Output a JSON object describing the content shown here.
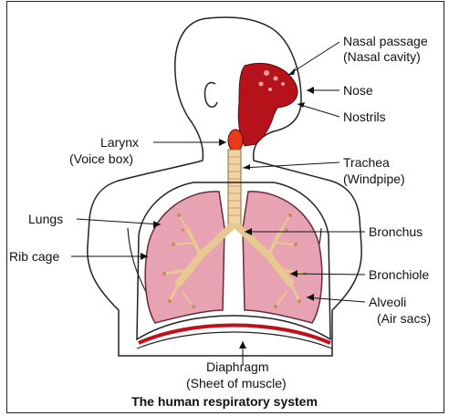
{
  "title": "The human respiratory system",
  "labels": {
    "nasal_passage": "Nasal passage",
    "nasal_cavity": "(Nasal cavity)",
    "nose": "Nose",
    "nostrils": "Nostrils",
    "larynx": "Larynx",
    "voice_box": "(Voice box)",
    "trachea": "Trachea",
    "windpipe": "(Windpipe)",
    "lungs": "Lungs",
    "bronchus": "Bronchus",
    "rib_cage": "Rib cage",
    "bronchiole": "Bronchiole",
    "alveoli": "Alveoli",
    "air_sacs": "(Air sacs)",
    "diaphragm": "Diaphragm",
    "sheet_of_muscle": "(Sheet of muscle)"
  },
  "colors": {
    "lung_fill": "#e8a3b3",
    "airway": "#f2d3a8",
    "nasal_red": "#b5121b",
    "diaphragm": "#c0101a",
    "skin": "#ffffff",
    "outline": "#222222"
  }
}
